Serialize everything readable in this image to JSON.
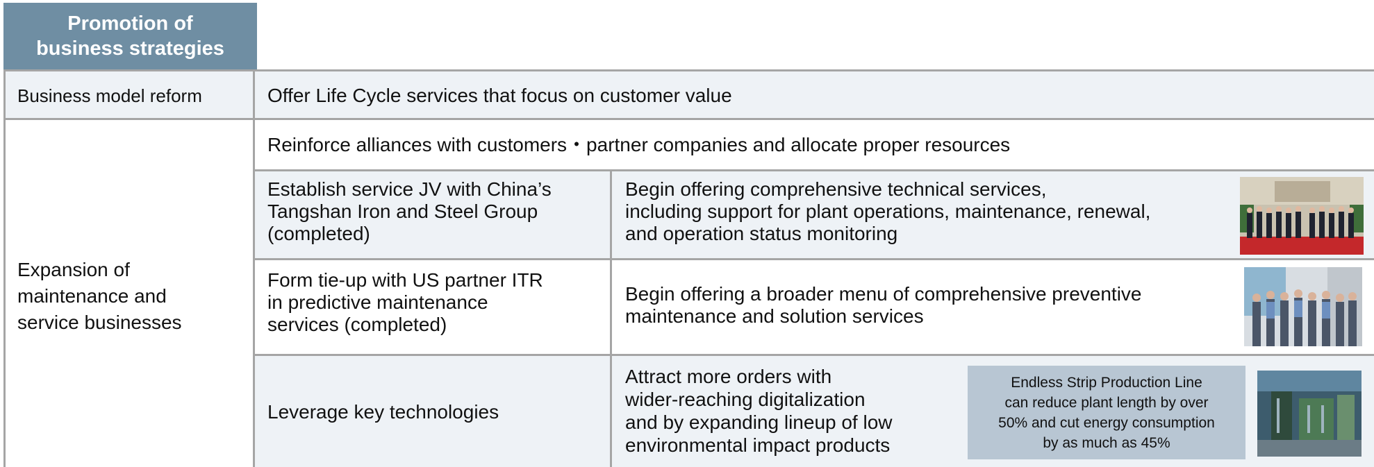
{
  "header": {
    "line1": "Promotion of",
    "line2": "business strategies"
  },
  "rows": {
    "business_model": {
      "label": "Business model reform",
      "description": "Offer Life Cycle services that focus on customer value"
    },
    "expansion": {
      "label_lines": [
        "Expansion of",
        "maintenance and",
        "service businesses"
      ],
      "summary": "Reinforce alliances with customers・partner companies and allocate proper resources",
      "items": [
        {
          "action_lines": [
            "Establish service JV with China’s",
            "Tangshan Iron and Steel Group",
            "(completed)"
          ],
          "result_lines": [
            "Begin offering comprehensive technical services,",
            "including support for plant operations, maintenance, renewal,",
            "and operation status monitoring"
          ]
        },
        {
          "action_lines": [
            "Form tie-up with US partner ITR",
            "in predictive maintenance",
            "services (completed)"
          ],
          "result_lines": [
            "Begin offering a broader menu of comprehensive  preventive",
            "maintenance and solution services"
          ]
        },
        {
          "action_lines": [
            "Leverage key technologies"
          ],
          "result_lines": [
            "Attract more orders with",
            "wider-reaching digitalization",
            "and by expanding lineup of low",
            "environmental impact products"
          ],
          "callout_lines": [
            "Endless Strip Production Line",
            "can reduce plant length by over",
            "50% and cut energy consumption",
            "by as much as 45%"
          ]
        }
      ]
    }
  },
  "colors": {
    "header_bg": "#6f8ea3",
    "shaded_bg": "#eef2f6",
    "callout_bg": "#b8c6d3",
    "grid": "#a5a5a5"
  },
  "icons": {
    "photo1": "group-photo-ceremony",
    "photo2": "group-photo-office",
    "photo3": "steel-mill-photo"
  }
}
